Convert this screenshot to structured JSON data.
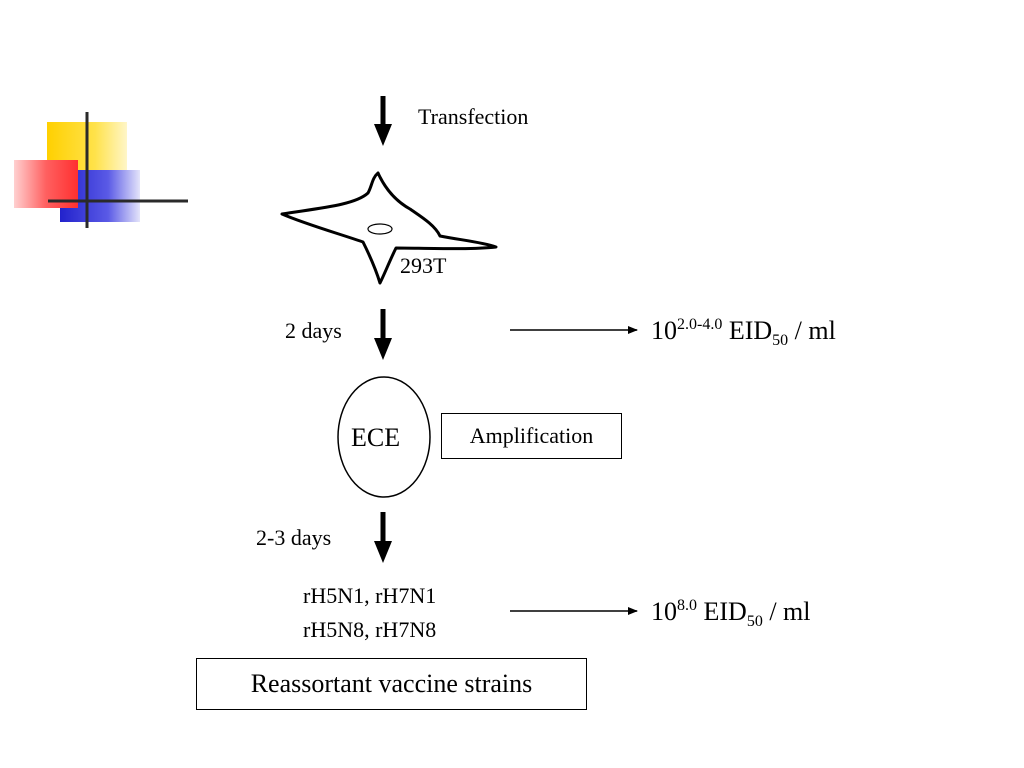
{
  "steps": {
    "transfection": "Transfection",
    "cell_line": "293T",
    "days_1": "2 days",
    "ece": "ECE",
    "amplification": "Amplification",
    "days_2": "2-3 days",
    "strains_line1": "rH5N1, rH7N1",
    "strains_line2": "rH5N8, rH7N8",
    "result_label": "Reassortant vaccine strains"
  },
  "titers": {
    "first": {
      "base": "10",
      "exponent": "2.0-4.0",
      "unit": "EID",
      "unit_sub": "50",
      "per": "/ ml"
    },
    "second": {
      "base": "10",
      "exponent": "8.0",
      "unit": "EID",
      "unit_sub": "50",
      "per": "/ ml"
    }
  },
  "colors": {
    "deco_yellow": "#ffd700",
    "deco_red": "#ff4040",
    "deco_blue": "#2b2bd9",
    "deco_line": "#2a2a2a"
  }
}
